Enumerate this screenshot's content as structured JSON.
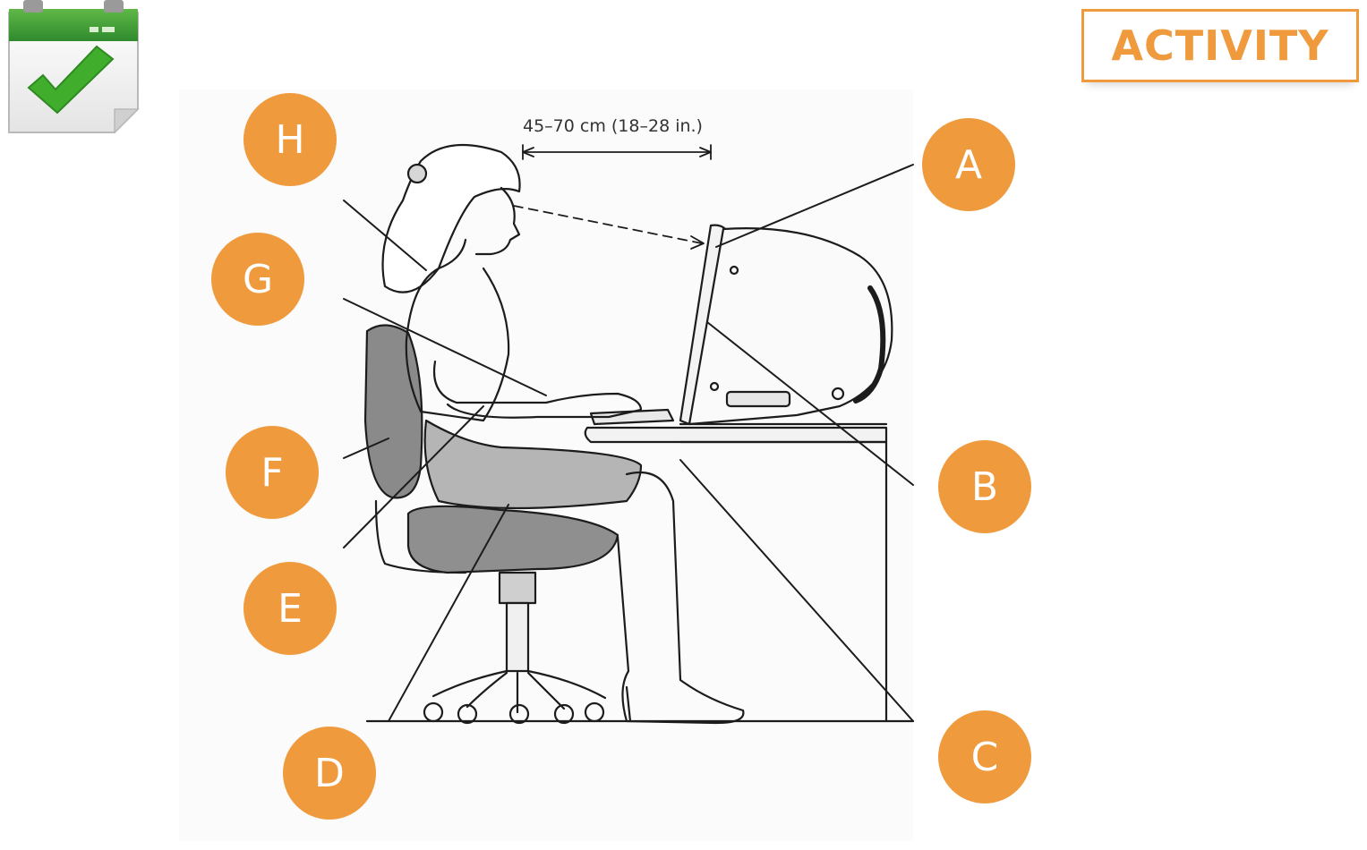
{
  "header": {
    "activity_label": "ACTIVITY"
  },
  "icons": {
    "calendar": "calendar-check-icon"
  },
  "colors": {
    "accent": "#ef9a3c",
    "calendar_green": "#3f9b3a",
    "check_green": "#3fae2a"
  },
  "diagram": {
    "distance_label": "45–70 cm (18–28 in.)",
    "markers": [
      {
        "letter": "A"
      },
      {
        "letter": "B"
      },
      {
        "letter": "C"
      },
      {
        "letter": "D"
      },
      {
        "letter": "E"
      },
      {
        "letter": "F"
      },
      {
        "letter": "G"
      },
      {
        "letter": "H"
      }
    ]
  }
}
